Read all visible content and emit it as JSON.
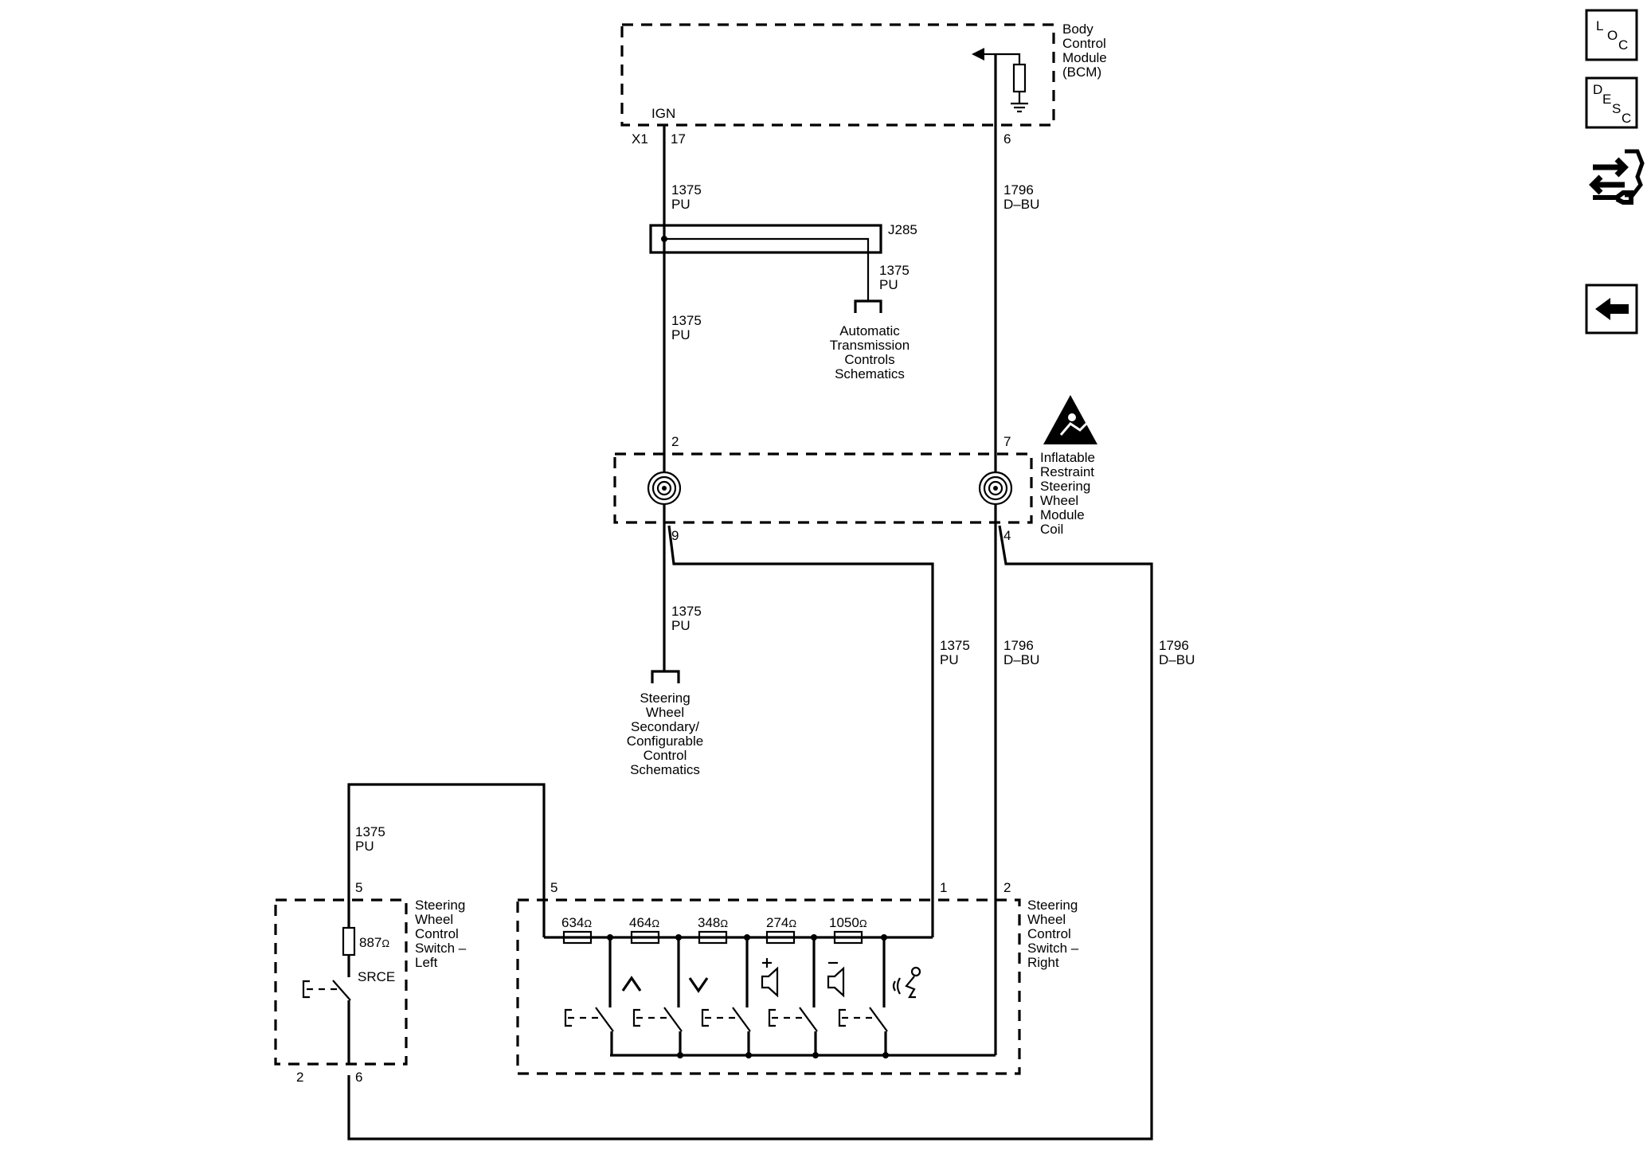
{
  "bcm": {
    "label": [
      "Body",
      "Control",
      "Module",
      "(BCM)"
    ],
    "ign": "IGN",
    "connector": "X1",
    "pin_ign": "17",
    "pin_right": "6"
  },
  "wires": {
    "circuit_1375": "1375",
    "color_pu": "PU",
    "circuit_1796": "1796",
    "color_dbu": "D–BU"
  },
  "splice": {
    "name": "J285"
  },
  "transmission_ref": [
    "Automatic",
    "Transmission",
    "Controls",
    "Schematics"
  ],
  "coil": {
    "label": [
      "Inflatable",
      "Restraint",
      "Steering",
      "Wheel",
      "Module",
      "Coil"
    ],
    "pin_top_left": "2",
    "pin_top_right": "7",
    "pin_bottom_left": "9",
    "pin_bottom_right": "4"
  },
  "secondary_ref": [
    "Steering",
    "Wheel",
    "Secondary/",
    "Configurable",
    "Control",
    "Schematics"
  ],
  "switch_left": {
    "label": [
      "Steering",
      "Wheel",
      "Control",
      "Switch –",
      "Left"
    ],
    "resistor": "887",
    "button": "SRCE",
    "pin_top": "5",
    "pin_bottom_left": "2",
    "pin_bottom_right": "6"
  },
  "switch_right": {
    "label": [
      "Steering",
      "Wheel",
      "Control",
      "Switch –",
      "Right"
    ],
    "pin_left": "5",
    "pin_mid": "1",
    "pin_right": "2",
    "resistors": [
      "634",
      "464",
      "348",
      "274",
      "1050"
    ]
  },
  "ohm_symbol": "Ω",
  "side_icons": {
    "loc": [
      "L",
      "O",
      "C"
    ],
    "desc": [
      "D",
      "E",
      "S",
      "C"
    ]
  }
}
